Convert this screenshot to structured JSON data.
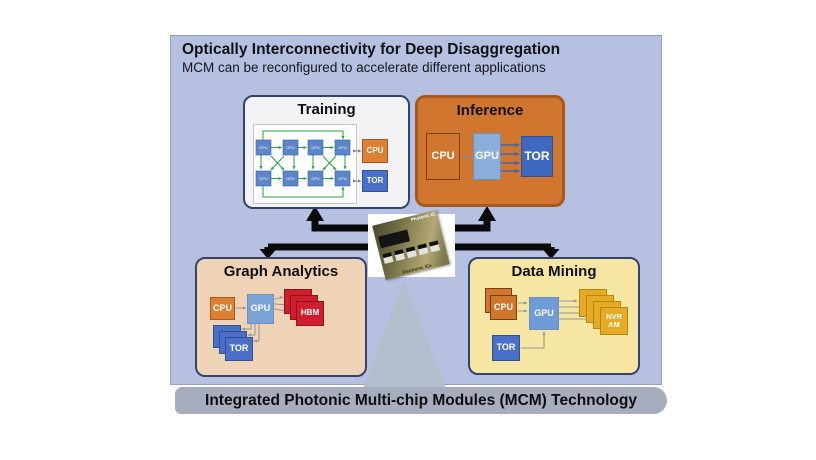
{
  "panel": {
    "title": "Optically Interconnectivity for Deep Disaggregation",
    "subtitle": "MCM can be reconfigured to accelerate different applications"
  },
  "banner": {
    "label": "Integrated Photonic Multi-chip Modules (MCM) Technology"
  },
  "center_module": {
    "top_label": "Photonic IC",
    "bottom_label": "Electronic ICs"
  },
  "boxes": {
    "training": {
      "title": "Training",
      "gpu_label": "GPU",
      "cpu_label": "CPU",
      "tor_label": "TOR"
    },
    "inference": {
      "title": "Inference",
      "cpu_label": "CPU",
      "gpu_label": "GPU",
      "tor_label": "TOR"
    },
    "graph_analytics": {
      "title": "Graph Analytics",
      "cpu_label": "CPU",
      "gpu_label": "GPU",
      "hbm_label": "HBM",
      "tor_label": "TOR"
    },
    "data_mining": {
      "title": "Data Mining",
      "cpu_label": "CPU",
      "gpu_label": "GPU",
      "tor_label": "TOR",
      "nvram_line1": "NVR",
      "nvram_line2": "AM"
    }
  },
  "colors": {
    "panel_bg": "#b6c1e1",
    "banner_bg": "#a6aebd",
    "navy_border": "#34436b",
    "orange_chip": "#dd8033",
    "inference_bg": "#d0762e",
    "blue_chip": "#4a6fc8",
    "light_blue_chip": "#8badda",
    "red_chip": "#cf1f2f",
    "gold_chip": "#e5ab27",
    "green_link": "#2ca048",
    "arrow_black": "#0a0a0a",
    "training_bg": "#f3f3f6",
    "graph_bg": "#efd3b6",
    "mining_bg": "#f6e6a3"
  }
}
